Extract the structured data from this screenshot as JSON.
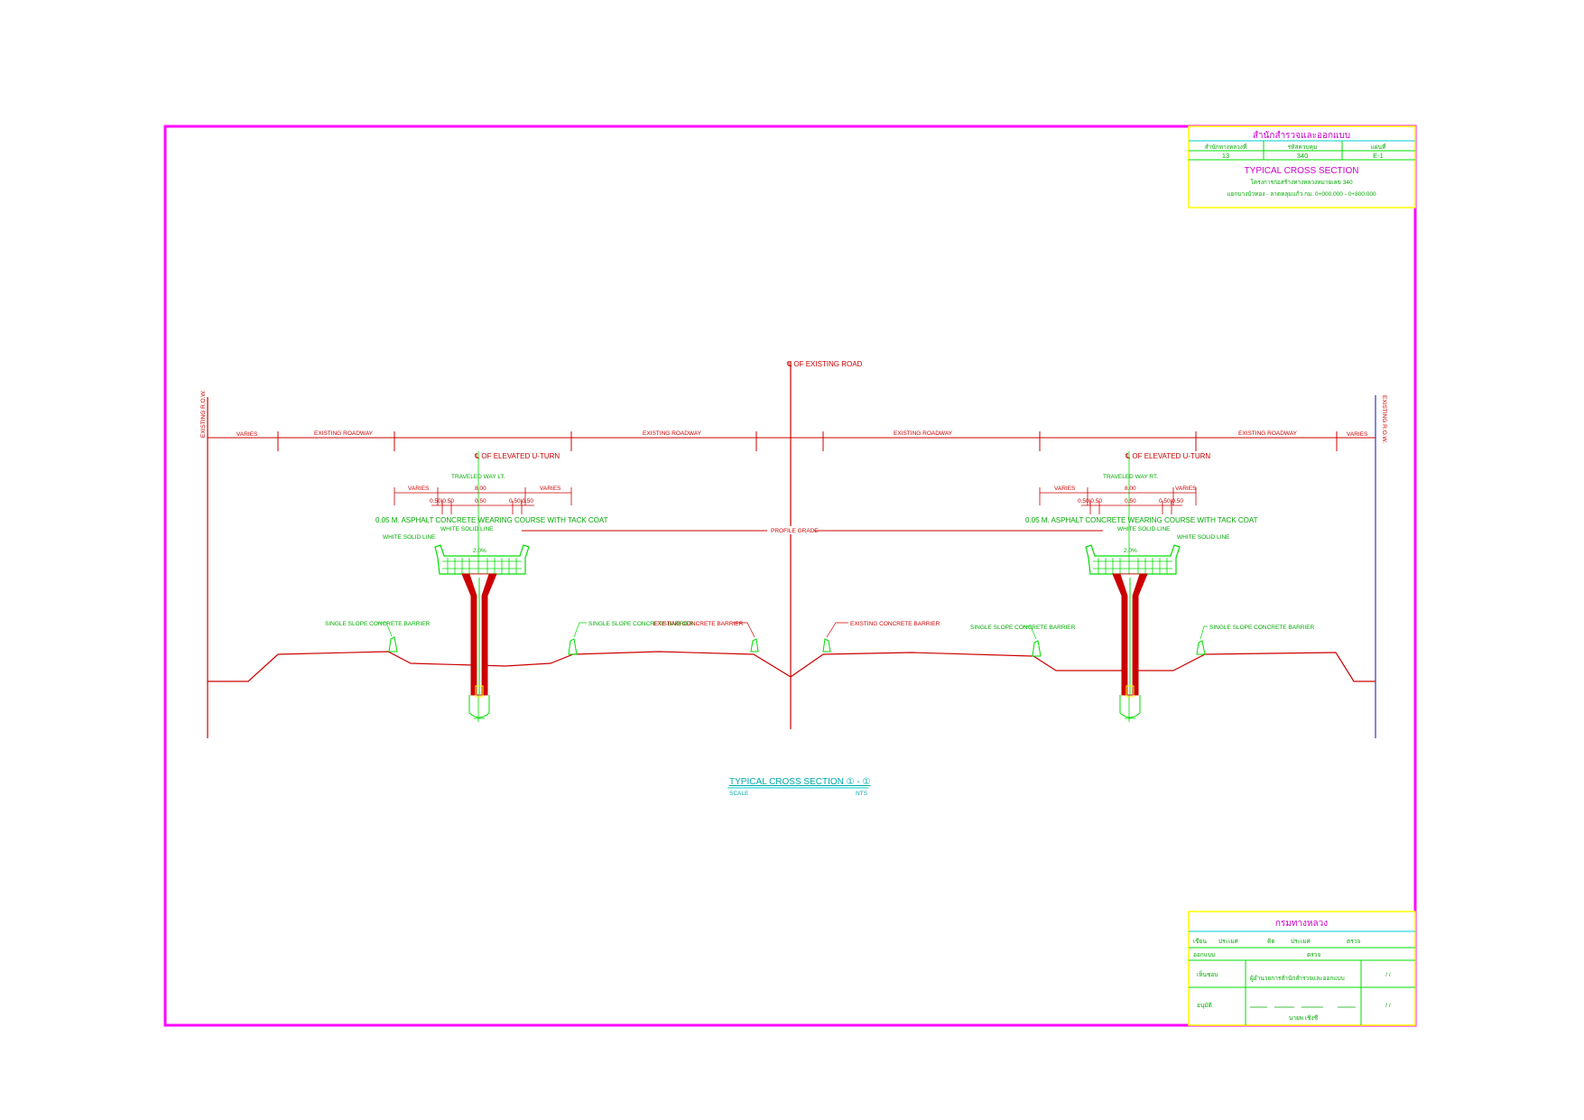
{
  "colors": {
    "border": "#ff00ff",
    "title_block": "#ffff00",
    "line_red": "#cc0000",
    "line_green": "#00dd00",
    "text_green": "#00aa00",
    "text_magenta": "#cc00cc",
    "cyan": "#00cccc",
    "row_blue": "#3333cc"
  },
  "title_block": {
    "header": "สำนักสำรวจและออกแบบ",
    "col1_label": "สำนักทางหลวงที่",
    "col2_label": "รหัสควบคุม",
    "col3_label": "แผ่นที่",
    "col1_value": "13",
    "col2_value": "340",
    "col3_value": "E-1",
    "title": "TYPICAL CROSS SECTION",
    "project_line": "โครงการก่อสร้างทางหลวงหมายเลข 340",
    "location_line": "แยกบางบัวทอง - ลาดหลุมแก้ว กม. 0+000.000 - 0+800.000"
  },
  "approval_block": {
    "header": "กรมทางหลวง",
    "designed_by": "เขียน",
    "designed_name": "ประเมศ",
    "checked_by": "คิด",
    "checked_name": "ประเมศ",
    "approved_short": "ตรวจ",
    "scale_label": "ออกแบบ",
    "review_label": "ตรวจ",
    "row3_label": "เห็นชอบ",
    "row3_text": "ผู้อำนวยการสำนักสำรวจและออกแบบ",
    "row4_label": "อนุมัติ",
    "row4_name": "นายพ เชิงชี",
    "date_mark": "/  /"
  },
  "drawing": {
    "centerline_label": "℄ OF EXISTING ROAD",
    "row_left": "EXISTING R.O.W.",
    "row_right": "EXISTING R.O.W.",
    "varies": "VARIES",
    "existing_roadway": "EXISTING ROADWAY",
    "elevated_uturn_left": "℄ OF ELEVATED U-TURN",
    "elevated_uturn_right": "℄ OF ELEVATED U-TURN",
    "traveled_way_left": "TRAVELED WAY LT.",
    "traveled_way_right": "TRAVELED WAY RT.",
    "varies_short": "VARIES",
    "dim_top": "8.00",
    "dim_sub": "0.50",
    "dim_left": "0.50|0.50",
    "dim_right": "0.50|0.50",
    "asphalt_note": "0.05 M. ASPHALT CONCRETE WEARING COURSE WITH TACK COAT",
    "white_solid_line": "WHITE SOLID LINE",
    "slope_label": "2.0%",
    "profile_grade": "PROFILE GRADE",
    "single_slope_barrier": "SINGLE SLOPE CONCRETE BARRIER",
    "existing_concrete_barrier": "EXISTING CONCRETE BARRIER",
    "section_title": "TYPICAL CROSS SECTION ① - ①",
    "scale_left": "SCALE",
    "scale_right": "NTS"
  }
}
